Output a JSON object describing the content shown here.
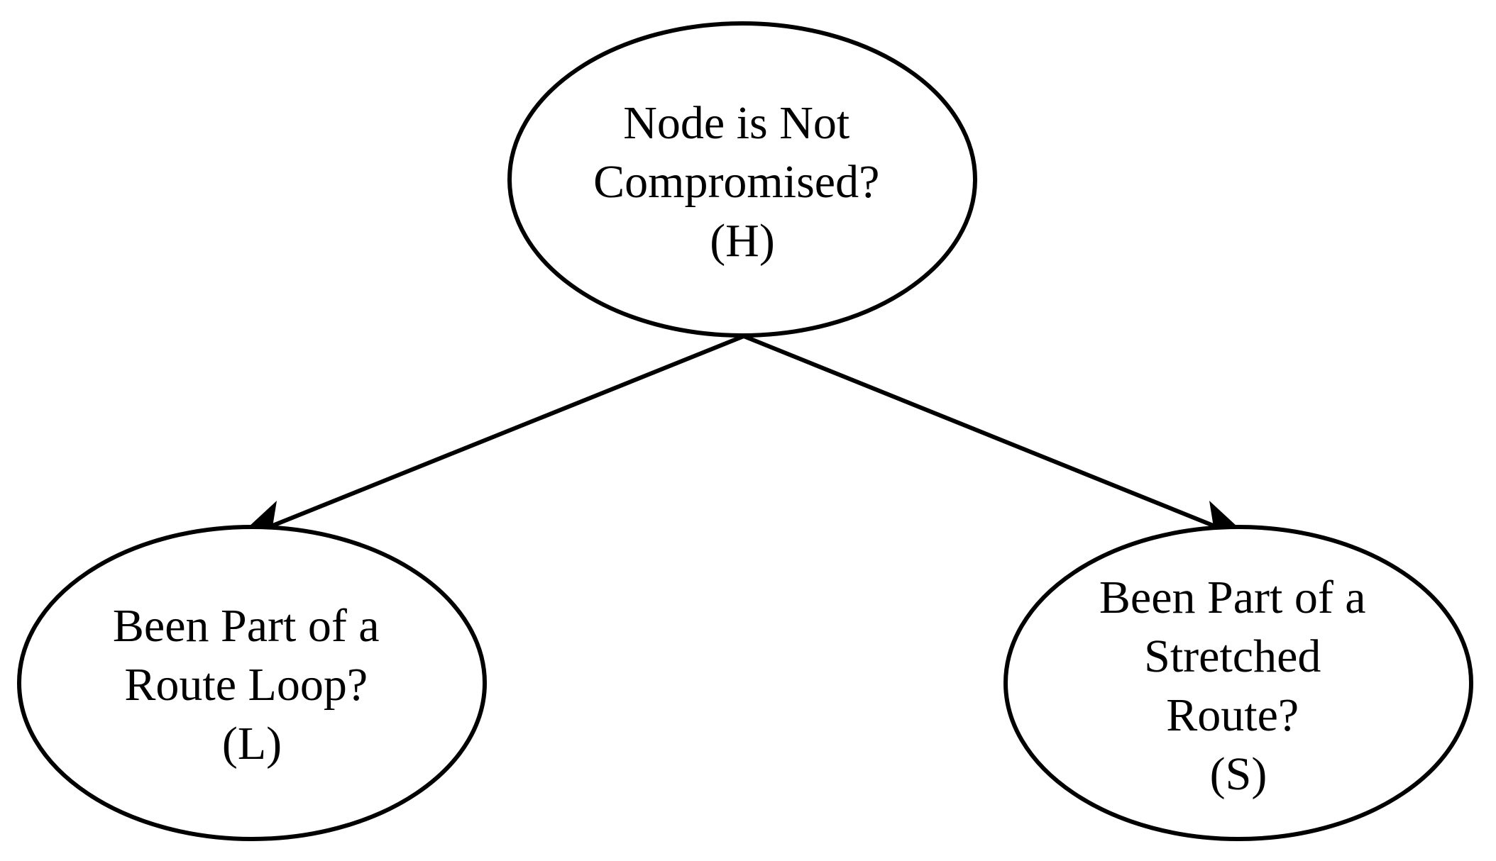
{
  "diagram": {
    "nodes": {
      "h": {
        "lines": [
          "Node is Not",
          "Compromised?",
          "(H)"
        ]
      },
      "l": {
        "lines": [
          "Been Part of a",
          "Route Loop?",
          "(L)"
        ]
      },
      "s": {
        "lines": [
          "Been Part of a",
          "Stretched",
          "Route?",
          "(S)"
        ]
      }
    },
    "edges": [
      {
        "from": "H",
        "to": "L"
      },
      {
        "from": "H",
        "to": "S"
      }
    ]
  }
}
